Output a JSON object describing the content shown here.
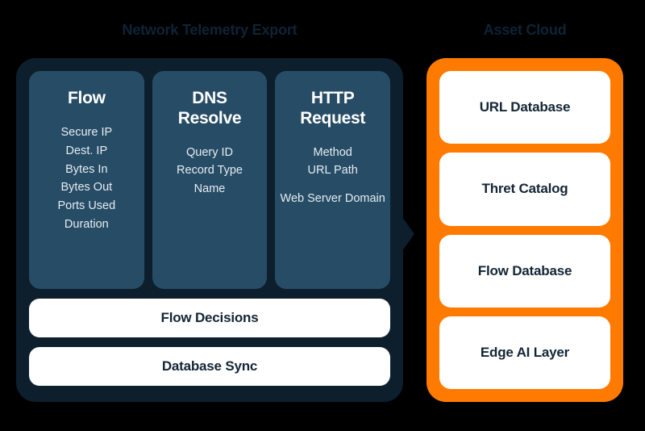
{
  "diagram": {
    "background_color": "#000000",
    "accent_dark": "#0d1f2d",
    "accent_card": "#274c66",
    "accent_orange": "#ff7a00",
    "text_dark": "#132536"
  },
  "left": {
    "title": "Network Telemetry Export",
    "cards": [
      {
        "heading": "Flow",
        "fields": [
          "Secure IP",
          "Dest. IP",
          "Bytes In",
          "Bytes Out",
          "Ports Used",
          "Duration"
        ]
      },
      {
        "heading": "DNS Resolve",
        "heading_line1": "DNS",
        "heading_line2": "Resolve",
        "fields": [
          "Query ID",
          "Record Type",
          "Name"
        ]
      },
      {
        "heading": "HTTP Request",
        "heading_line1": "HTTP",
        "heading_line2": "Request",
        "fields": [
          "Method",
          "URL Path",
          "Web Server Domain"
        ]
      }
    ],
    "bars": [
      {
        "label": "Flow Decisions"
      },
      {
        "label": "Database Sync"
      }
    ]
  },
  "right": {
    "title": "Asset Cloud",
    "cards": [
      {
        "label": "URL Database"
      },
      {
        "label": "Thret Catalog"
      },
      {
        "label": "Flow Database"
      },
      {
        "label": "Edge AI Layer"
      }
    ]
  },
  "connector": {
    "name": "arrow-right-icon",
    "direction": "right"
  }
}
